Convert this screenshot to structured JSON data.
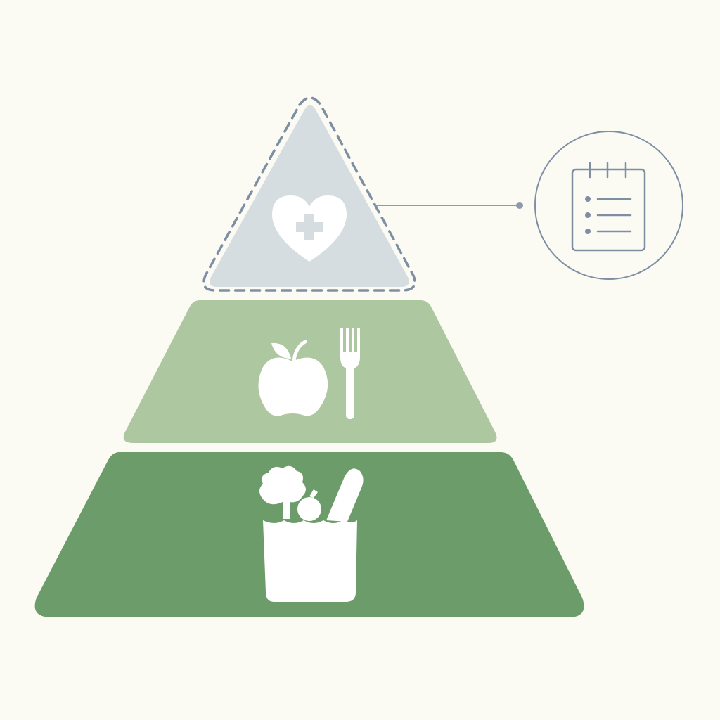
{
  "colors": {
    "background": "#fbfbf4",
    "top_tier_fill": "#d6dde0",
    "top_tier_border": "#7f8fa3",
    "middle_tier_fill": "#adc7a0",
    "bottom_tier_fill": "#6c9c6a",
    "icon_fill": "#ffffff",
    "connector": "#8c9aab",
    "notepad_stroke": "#7f8fa3"
  },
  "pyramid": {
    "tiers": [
      {
        "id": "top",
        "icon": "heart-plus-icon",
        "border_style": "dashed"
      },
      {
        "id": "middle",
        "icons": [
          "apple-icon",
          "fork-icon"
        ]
      },
      {
        "id": "bottom",
        "icon": "grocery-bag-icon"
      }
    ]
  },
  "callout": {
    "icon": "notepad-checklist-icon",
    "checklist_rows": 3
  }
}
